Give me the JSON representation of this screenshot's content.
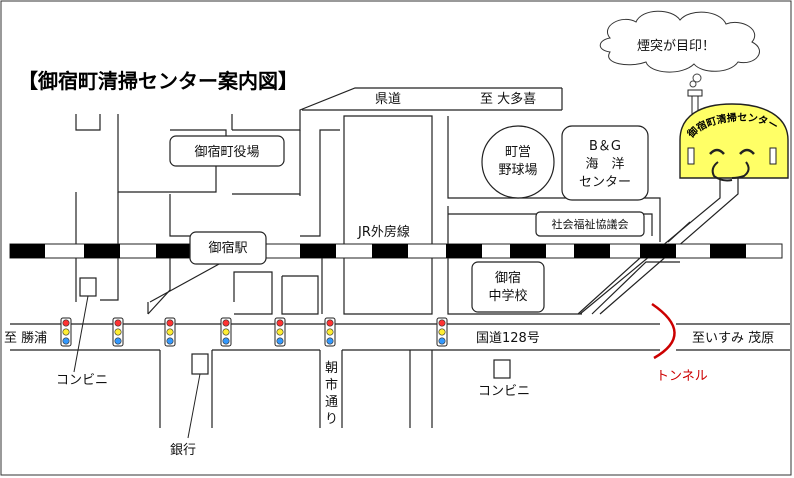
{
  "title": "【御宿町清掃センター案内図】",
  "cloud": {
    "text": "煙突が目印！"
  },
  "center": {
    "label": "御宿町清掃センター",
    "fill": "#ffff66"
  },
  "road_labels": {
    "kendo": "県道",
    "to_otaki": "至 大多喜",
    "jr_line": "JR外房線",
    "route128": "国道128号",
    "to_katsuura": "至 勝浦",
    "to_isumi": "至いすみ 茂原",
    "asaichi": [
      "朝",
      "市",
      "通",
      "り"
    ]
  },
  "facilities": {
    "town_hall": "御宿町役場",
    "station": "御宿駅",
    "baseball": [
      "町営",
      "野球場"
    ],
    "bg_center": [
      "B＆G",
      "海　洋",
      "センター"
    ],
    "welfare": "社会福祉協議会",
    "school": [
      "御宿",
      "中学校"
    ]
  },
  "annotations": {
    "konbini_left": "コンビニ",
    "bank": "銀行",
    "konbini_right": "コンビニ",
    "tunnel": "トンネル"
  },
  "colors": {
    "tunnel": "#cc0000",
    "tunnel_label": "#cc0000",
    "rail_dark": "#000000",
    "signal_red": "#ff3333",
    "signal_yellow": "#ffee33",
    "signal_blue": "#3399ff"
  },
  "icons": [
    "traffic-signal-icon",
    "smoke-puff-icon",
    "smiley-face-icon",
    "chimney-icon"
  ]
}
